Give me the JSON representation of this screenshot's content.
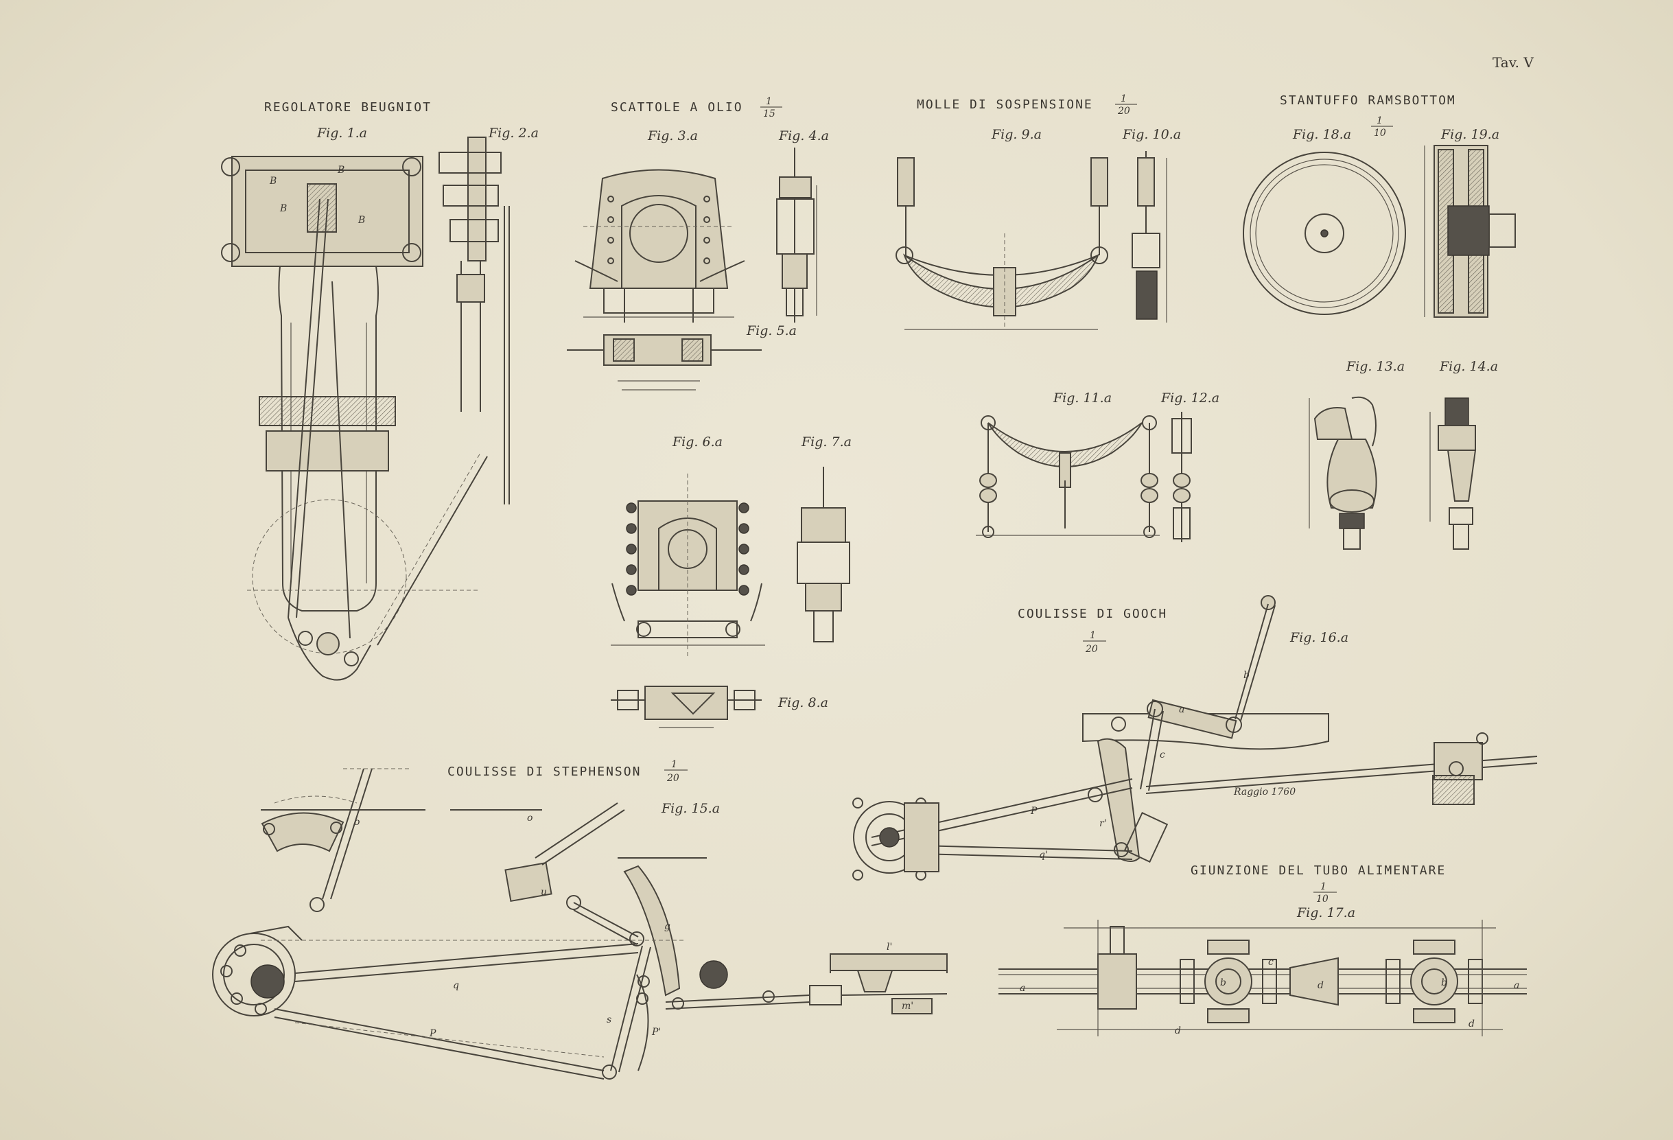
{
  "plate": {
    "number": "Tav. V"
  },
  "groups": [
    {
      "id": "regolatore",
      "title": "Regolatore Beugniot",
      "scale_num": "",
      "scale_den": "",
      "figs": [
        "Fig. 1.a",
        "Fig. 2.a"
      ]
    },
    {
      "id": "scattole",
      "title": "Scattole a olio",
      "scale_num": "1",
      "scale_den": "15",
      "figs": [
        "Fig. 3.a",
        "Fig. 4.a",
        "Fig. 5.a",
        "Fig. 6.a",
        "Fig. 7.a",
        "Fig. 8.a"
      ]
    },
    {
      "id": "molle",
      "title": "Molle di sospensione",
      "scale_num": "1",
      "scale_den": "20",
      "figs": [
        "Fig. 9.a",
        "Fig. 10.a",
        "Fig. 11.a",
        "Fig. 12.a"
      ]
    },
    {
      "id": "stantuffo",
      "title": "Stantuffo Ramsbottom",
      "scale_num": "1",
      "scale_den": "10",
      "figs": [
        "Fig. 18.a",
        "Fig. 19.a",
        "Fig. 13.a",
        "Fig. 14.a"
      ]
    },
    {
      "id": "gooch",
      "title": "Coulisse di Gooch",
      "scale_num": "1",
      "scale_den": "20",
      "figs": [
        "Fig. 16.a"
      ]
    },
    {
      "id": "stephenson",
      "title": "Coulisse di Stephenson",
      "scale_num": "1",
      "scale_den": "20",
      "figs": [
        "Fig. 15.a"
      ]
    },
    {
      "id": "giunzione",
      "title": "Giunzione del tubo alimentare",
      "scale_num": "1",
      "scale_den": "10",
      "figs": [
        "Fig. 17.a"
      ]
    }
  ],
  "annotations": {
    "raggio": "Raggio 1760",
    "beugniot_labels": [
      "B",
      "B",
      "B",
      "B"
    ],
    "stephenson_labels": [
      "o",
      "o",
      "u",
      "q",
      "P",
      "g",
      "s",
      "P'",
      "l'",
      "m'"
    ],
    "gooch_labels": [
      "a",
      "b",
      "c",
      "P",
      "q'",
      "r'"
    ],
    "tubo_labels": [
      "a",
      "b",
      "c",
      "d",
      "d",
      "b",
      "d",
      "a"
    ]
  }
}
